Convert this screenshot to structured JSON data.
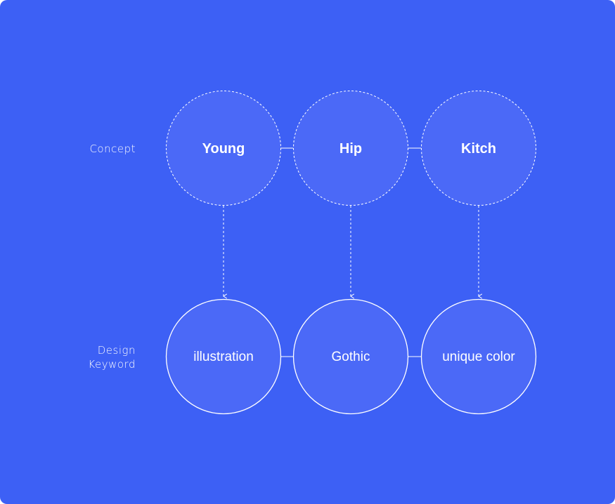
{
  "colors": {
    "background": "#3d60f5",
    "node_fill": "#4b69f7",
    "stroke": "#ffffff"
  },
  "labels": {
    "concept": "Concept",
    "design_keyword": "Design\nKeyword"
  },
  "concepts": [
    {
      "label": "Young"
    },
    {
      "label": "Hip"
    },
    {
      "label": "Kitch"
    }
  ],
  "keywords": [
    {
      "label": "illustration"
    },
    {
      "label": "Gothic"
    },
    {
      "label": "unique color"
    }
  ]
}
